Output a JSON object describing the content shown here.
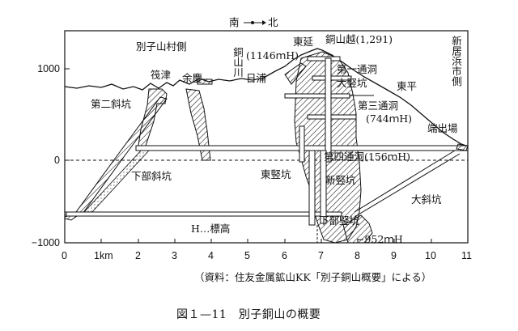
{
  "compass": {
    "south": "南",
    "north": "北"
  },
  "y_axis": {
    "ticks": [
      "1000",
      "0",
      "−1000"
    ]
  },
  "x_axis": {
    "ticks": [
      "0",
      "1km",
      "2",
      "3",
      "4",
      "5",
      "6",
      "7",
      "8",
      "9",
      "10",
      "11"
    ]
  },
  "labels": {
    "besshiyama": "別子山村側",
    "kurusu": "筏津",
    "yokei": "余慶",
    "dozan_river": "銅山川",
    "hiura": "日浦",
    "toen": "東延",
    "dozangoe": "銅山越(1,291)",
    "niihama": "新居浜市側",
    "tunnel1_elev": "(1146ｍH)",
    "tunnel1": "第一通洞",
    "daitate": "大竪坑",
    "higashidaira": "東平",
    "tunnel3": "第三通洞",
    "tunnel3_elev": "(744ｍH)",
    "hade": "端出場",
    "second_incline": "第二斜坑",
    "tunnel4": "第四通洞(156ｍH)",
    "lower_incline": "下部斜坑",
    "east_shaft": "東竪坑",
    "new_shaft": "新竪坑",
    "large_incline": "大斜坑",
    "lower_shaft": "下部竪坑",
    "legend_h": "H…標高",
    "bottom_depth": "−952ｍH"
  },
  "source": "（資料：住友金属鉱山KK「別子銅山概要」による）",
  "caption": "図１—11　別子銅山の概要"
}
